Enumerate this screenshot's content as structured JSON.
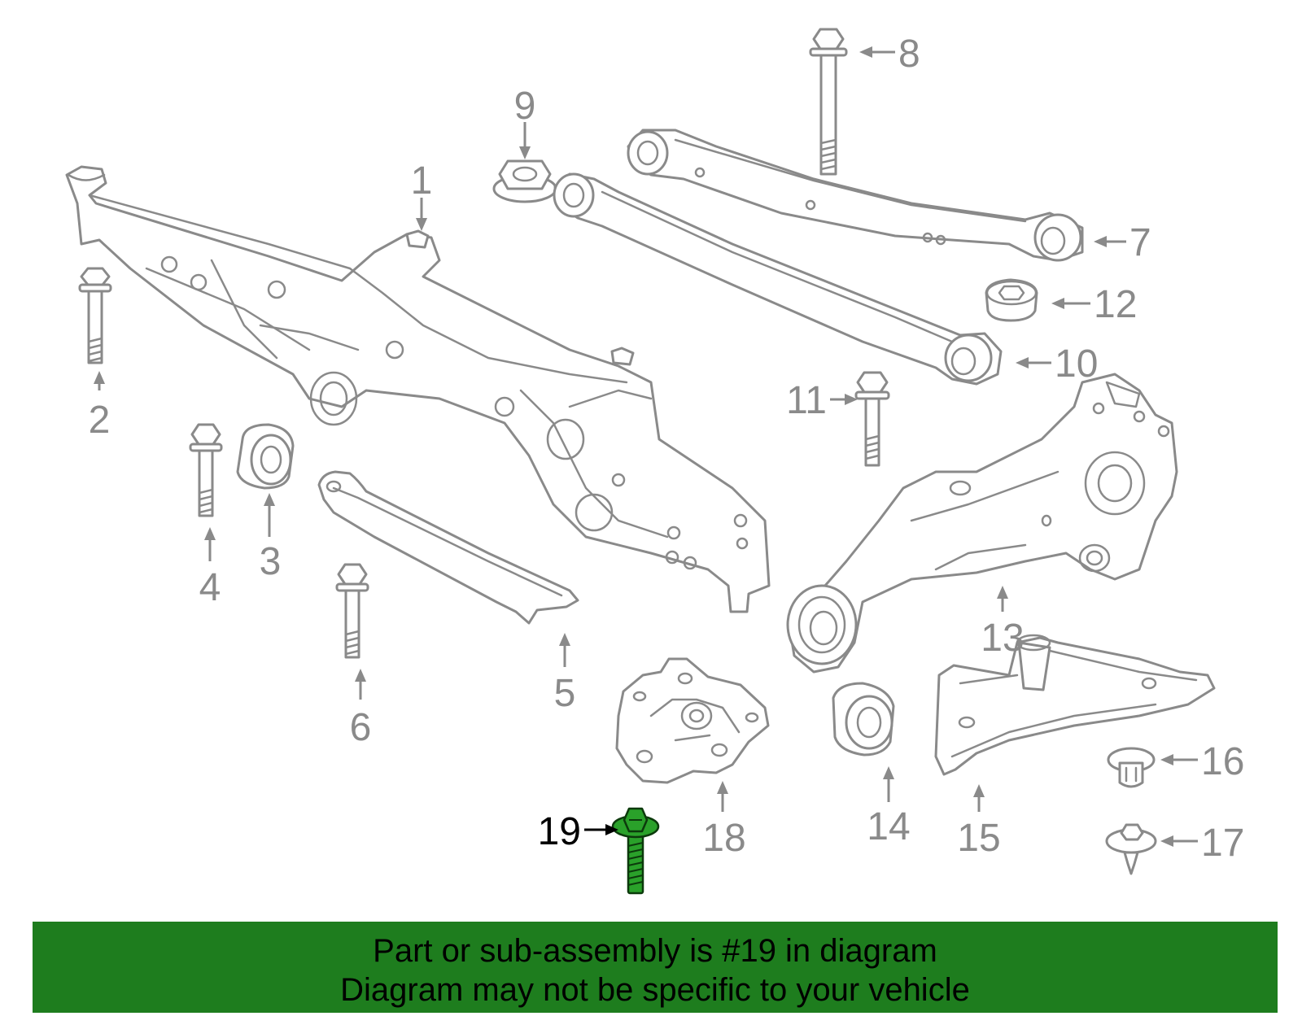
{
  "colors": {
    "line_art": "#8a8a8a",
    "highlight_part": "#2aa12a",
    "banner_background": "#1e7d1e",
    "banner_text": "#000000"
  },
  "callouts": {
    "c1": "1",
    "c2": "2",
    "c3": "3",
    "c4": "4",
    "c5": "5",
    "c6": "6",
    "c7": "7",
    "c8": "8",
    "c9": "9",
    "c10": "10",
    "c11": "11",
    "c12": "12",
    "c13": "13",
    "c14": "14",
    "c15": "15",
    "c16": "16",
    "c17": "17",
    "c18": "18",
    "c19": "19"
  },
  "highlighted_callout": "19",
  "banner": {
    "line1": "Part or sub-assembly is #19 in diagram",
    "line2": "Diagram may not be specific to your vehicle"
  }
}
